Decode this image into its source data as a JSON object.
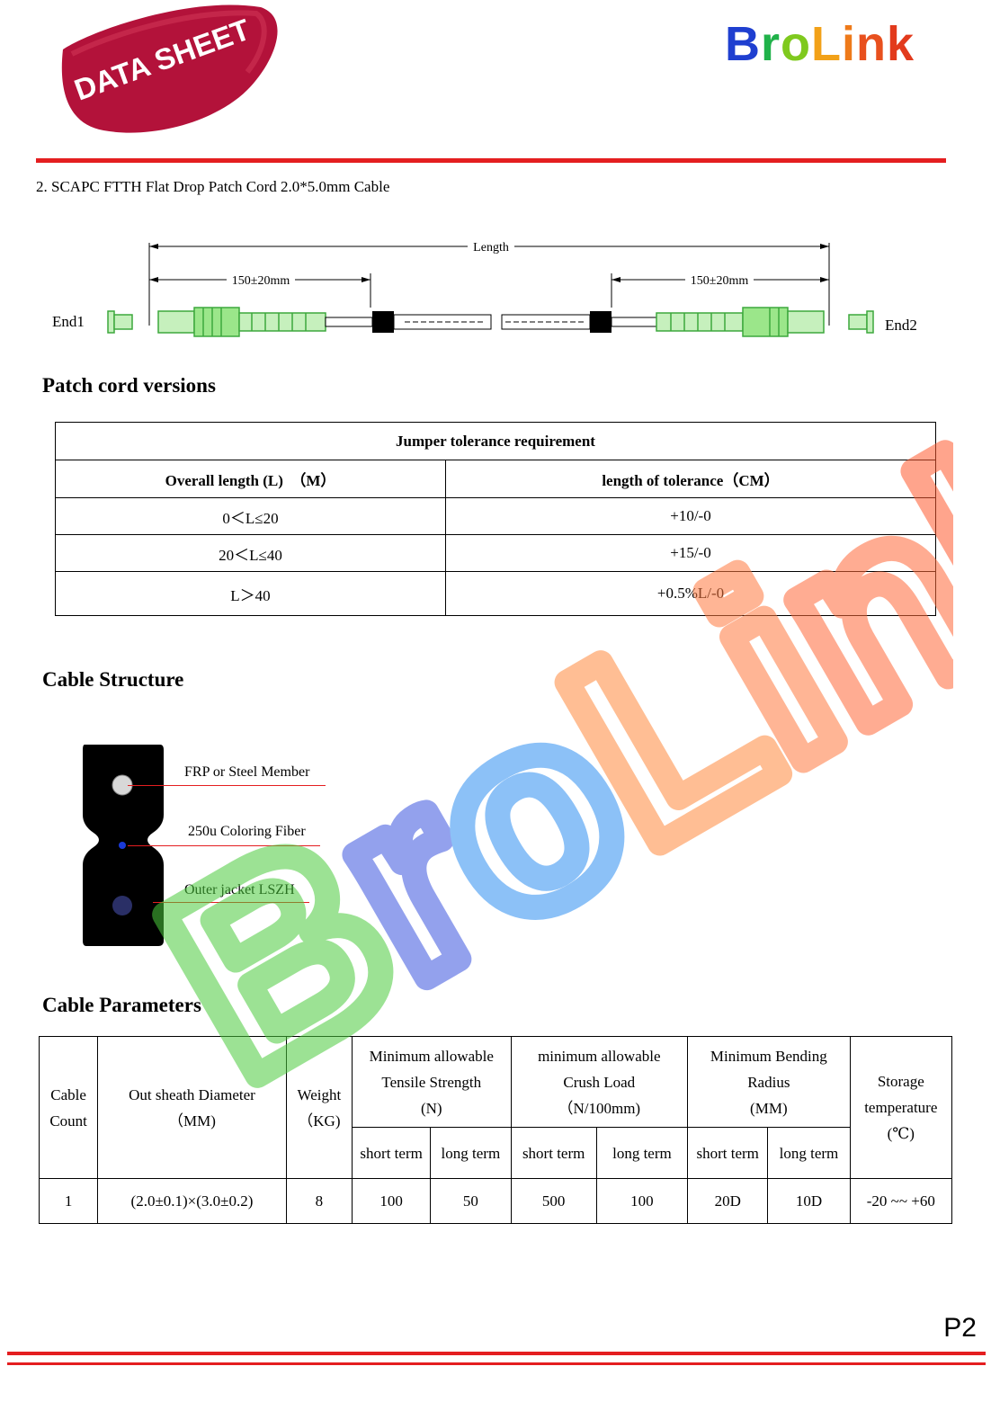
{
  "header": {
    "badge_text": "DATA SHEET",
    "logo_text": "BroLink",
    "logo_parts": [
      "B",
      "r",
      "o",
      "L",
      "i",
      "n",
      "k"
    ]
  },
  "subtitle": "2. SCAPC FTTH Flat Drop Patch Cord 2.0*5.0mm Cable",
  "diagram": {
    "length_label": "Length",
    "left_dim": "150±20mm",
    "right_dim": "150±20mm",
    "end1": "End1",
    "end2": "End2"
  },
  "patch_cord": {
    "heading": "Patch cord versions",
    "table_title": "Jumper tolerance requirement",
    "col1": "Overall length (L)　（M）",
    "col2": "length of tolerance（CM）",
    "rows": [
      {
        "length": "0＜L≤20",
        "tolerance": "+10/-0"
      },
      {
        "length": "20＜L≤40",
        "tolerance": "+15/-0"
      },
      {
        "length": "L＞40",
        "tolerance": "+0.5%L/-0"
      }
    ]
  },
  "structure": {
    "heading": "Cable Structure",
    "labels": [
      "FRP or Steel Member",
      "250u Coloring Fiber",
      "Outer jacket LSZH"
    ]
  },
  "parameters": {
    "heading": "Cable Parameters",
    "headers": {
      "count_1": "Cable",
      "count_2": "Count",
      "diameter_1": "Out sheath Diameter",
      "diameter_2": "（MM)",
      "weight_1": "Weight",
      "weight_2": "（KG)",
      "tensile_1": "Minimum allowable",
      "tensile_2": "Tensile Strength",
      "tensile_3": "(N)",
      "crush_1": "minimum allowable",
      "crush_2": "Crush Load",
      "crush_3": "（N/100mm)",
      "bend_1": "Minimum Bending",
      "bend_2": "Radius",
      "bend_3": "(MM)",
      "storage_1": "Storage",
      "storage_2": "temperature",
      "storage_3": "(℃)",
      "short_term": "short term",
      "long_term": "long term"
    },
    "row": {
      "count": "1",
      "diameter": "(2.0±0.1)×(3.0±0.2)",
      "weight": "8",
      "tensile_short": "100",
      "tensile_long": "50",
      "crush_short": "500",
      "crush_long": "100",
      "bend_short": "20D",
      "bend_long": "10D",
      "storage": "-20 ~~ +60"
    }
  },
  "page_number": "P2",
  "colors": {
    "accent_red": "#e41e20",
    "connector_green": "#7be35f",
    "badge_red": "#b3123a"
  }
}
